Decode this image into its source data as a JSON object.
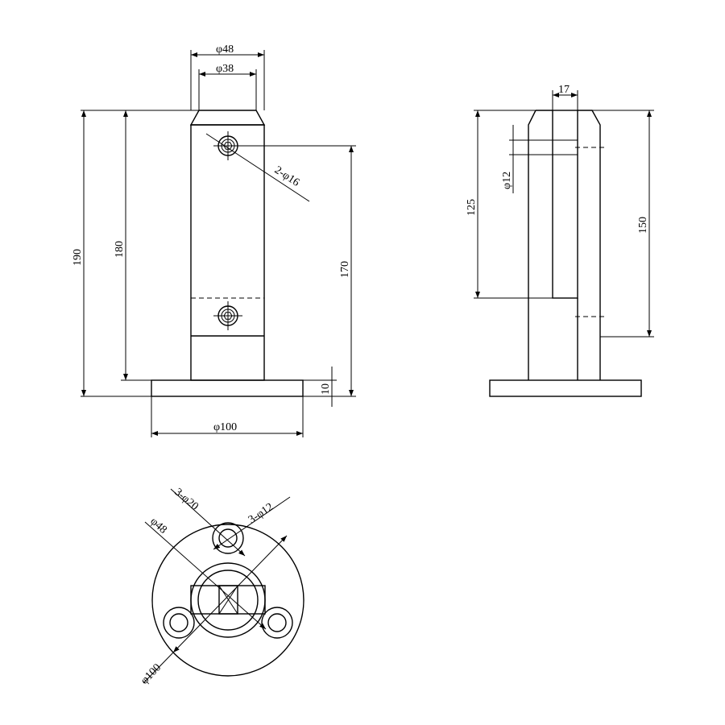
{
  "drawing": {
    "front_view": {
      "dims": {
        "top_outer": "φ48",
        "top_inner": "φ38",
        "holes": "2-φ16",
        "height_total": "190",
        "height_post": "180",
        "hole_height": "170",
        "base_thickness": "10",
        "base_diameter": "φ100"
      }
    },
    "side_view": {
      "dims": {
        "slot_width": "17",
        "slot_hole": "φ12",
        "slot_depth": "125",
        "post_height": "150"
      }
    },
    "top_view": {
      "dims": {
        "counterbore": "3-φ20",
        "through_hole": "3-φ12",
        "post_diameter": "φ48",
        "base_diameter": "φ100"
      }
    },
    "line_color": "#000000"
  }
}
